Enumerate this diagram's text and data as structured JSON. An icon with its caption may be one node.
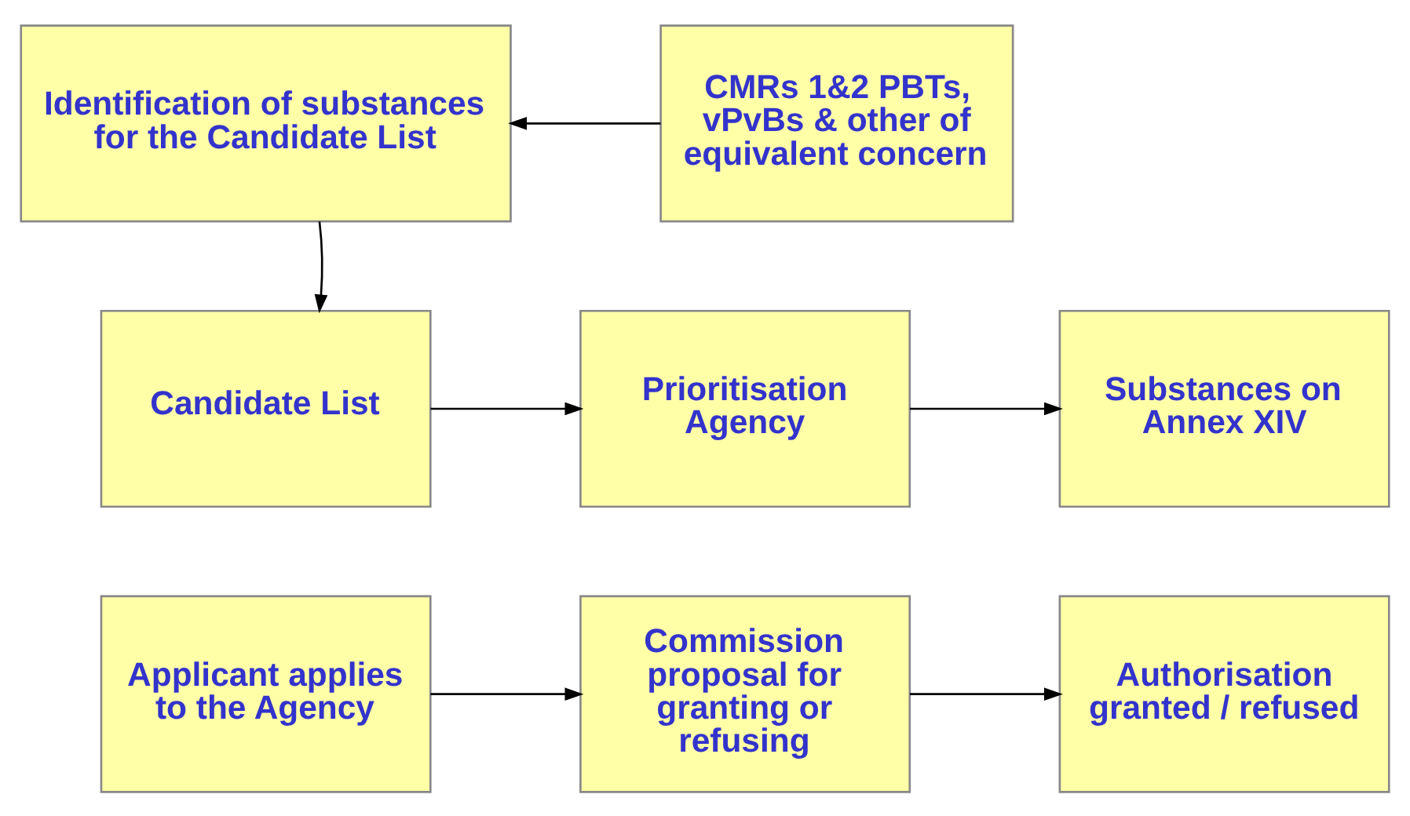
{
  "diagram": {
    "nodes": [
      {
        "text": [
          "Identification of substances for the Candidate List"
        ]
      },
      {
        "text": [
          "CMRs 1&2 PBTs, vPvBs & other of equivalent concern"
        ]
      },
      {
        "text": [
          "Candidate List"
        ]
      },
      {
        "text": [
          "Prioritisation Agency"
        ]
      },
      {
        "text": [
          "Substances on Annex XIV"
        ]
      },
      {
        "text": [
          "Applicant applies to the Agency"
        ]
      },
      {
        "text": [
          "Commission proposal for granting or refusing"
        ]
      },
      {
        "text": [
          "Authorisation granted / refused"
        ]
      }
    ],
    "edges": [
      {
        "from": 1,
        "to": 0,
        "arrow": "to"
      },
      {
        "from": 0,
        "to": 2,
        "arrow": "to"
      },
      {
        "from": 2,
        "to": 3,
        "arrow": "to"
      },
      {
        "from": 3,
        "to": 4,
        "arrow": "to"
      },
      {
        "from": 5,
        "to": 6,
        "arrow": "to"
      },
      {
        "from": 6,
        "to": 7,
        "arrow": "to"
      }
    ]
  }
}
